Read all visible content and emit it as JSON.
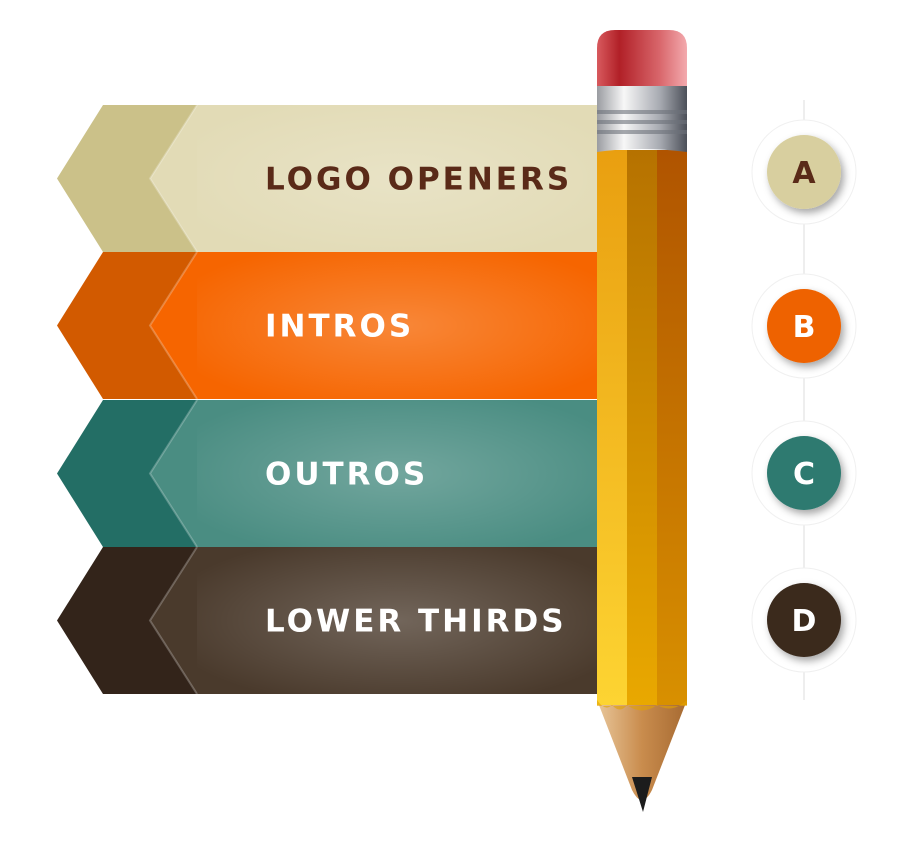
{
  "items": [
    {
      "label": "LOGO OPENERS",
      "letter": "A",
      "color": "#e2dbb6",
      "dark": "#cbc189",
      "text_color": "#5a2a18",
      "circle": "#d8cf9f"
    },
    {
      "label": "INTROS",
      "letter": "B",
      "color": "#f66500",
      "dark": "#d25a00",
      "text_color": "#ffffff",
      "circle": "#ee6200"
    },
    {
      "label": "OUTROS",
      "letter": "C",
      "color": "#4a8d82",
      "dark": "#236e65",
      "text_color": "#ffffff",
      "circle": "#2e7a70"
    },
    {
      "label": "LOWER THIRDS",
      "letter": "D",
      "color": "#4a3a2c",
      "dark": "#33241a",
      "text_color": "#ffffff",
      "circle": "#3a2a1e"
    }
  ]
}
